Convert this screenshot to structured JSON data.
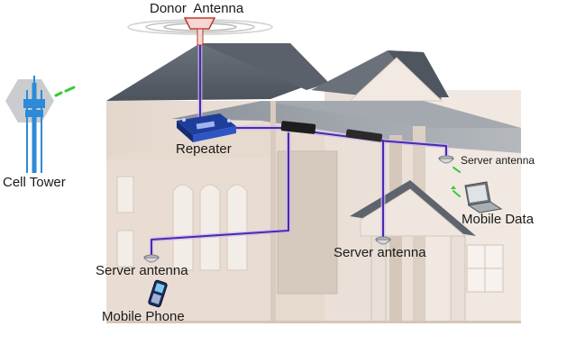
{
  "labels": {
    "donor_antenna": "Donor  Antenna",
    "cell_tower": "Cell Tower",
    "repeater": "Repeater",
    "server_antenna_right": "Server antenna",
    "mobile_data": "Mobile Data",
    "server_antenna_center": "Server antenna",
    "server_antenna_left": "Server antenna",
    "mobile_phone": "Mobile Phone"
  },
  "colors": {
    "cable": "#4b2aa8",
    "cable_glow": "#c9b8f0",
    "roof": "#5c646e",
    "wall": "#e8dcd2",
    "wall_shade": "#d8c9bd",
    "tower_blue": "#2c8ad8",
    "signal_green": "#3ac93a",
    "donor_red": "#c0392b"
  },
  "icons": {
    "donor": "donor-antenna-icon",
    "tower": "cell-tower-icon",
    "repeater": "repeater-icon",
    "ceiling_antenna": "ceiling-antenna-icon",
    "phone": "mobile-phone-icon",
    "laptop": "laptop-icon",
    "splitter": "splitter-icon"
  }
}
